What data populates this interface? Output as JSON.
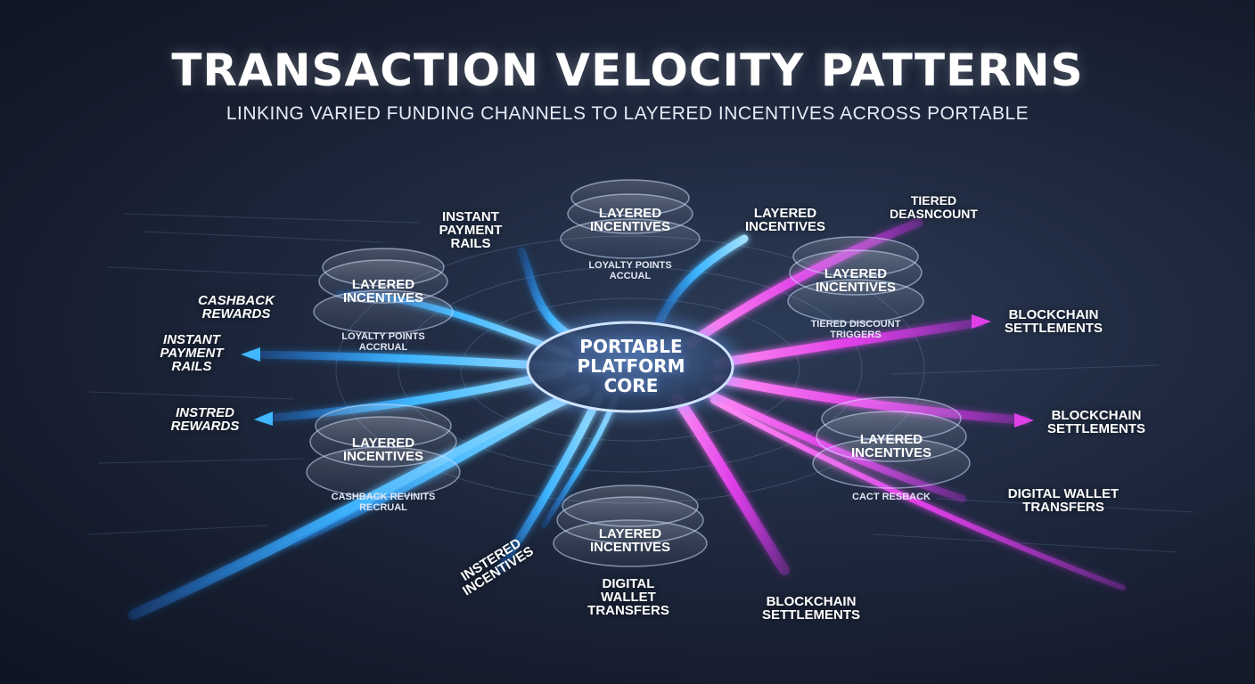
{
  "title": "TRANSACTION VELOCITY PATTERNS",
  "subtitle": "LINKING VARIED FUNDING CHANNELS TO LAYERED INCENTIVES ACROSS PORTABLE",
  "core": "PORTABLE\nPLATFORM\nCORE",
  "colors": {
    "blue_flow": "#3fb6ff",
    "magenta_flow": "#e040e8",
    "core_ring": "#cfe3ff"
  },
  "disks": {
    "top": {
      "main": "LAYERED\nINCENTIVES",
      "sub": "LOYALTY POINTS\nACCUAL"
    },
    "upper_left": {
      "main": "LAYERED\nINCENTIVES",
      "sub": "LOYALTY POINTS\nACCRUAL"
    },
    "upper_right": {
      "main": "LAYERED\nINCENTIVES",
      "sub": "TIERED DISCOUNT\nTRIGGERS"
    },
    "lower_left": {
      "main": "LAYERED\nINCENTIVES",
      "sub": "CASHBACK REVINITS\nRECRUAL"
    },
    "lower_right": {
      "main": "LAYERED\nINCENTIVES",
      "sub": "CACT RESBACK"
    },
    "bottom": {
      "main": "LAYERED\nINCENTIVES",
      "sub": ""
    }
  },
  "labels": {
    "instant_payment_rails_top": "INSTANT\nPAYMENT\nRAILS",
    "layered_incentives_top_right": "LAYERED\nINCENTIVES",
    "tiered_deasncount": "TIERED\nDEASNCOUNT",
    "cashback_rewards": "CASHBACK\nREWARDS",
    "instant_payment_rails_left": "INSTANT\nPAYMENT\nRAILS",
    "instred_rewards": "INSTRED\nREWARDS",
    "instered_incentives": "INSTERED\nINCENTIVES",
    "digital_wallet_transfers_bottom": "DIGITAL\nWALLET\nTRANSFERS",
    "blockchain_settlements_bottom": "BLOCKCHAIN\nSETTLEMENTS",
    "blockchain_settlements_right_upper": "BLOCKCHAIN\nSETTLEMENTS",
    "blockchain_settlements_right_lower": "BLOCKCHAIN\nSETTLEMENTS",
    "digital_wallet_transfers_right": "DIGITAL WALLET\nTRANSFERS"
  }
}
